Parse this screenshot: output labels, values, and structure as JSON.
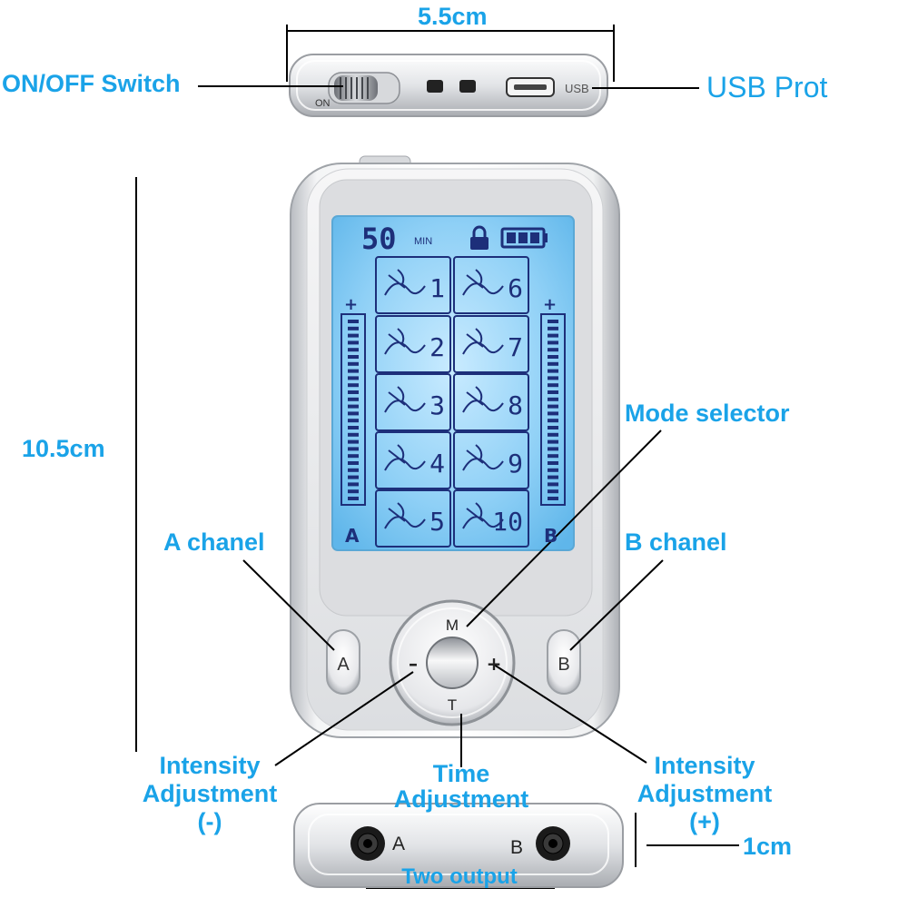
{
  "dimensions": {
    "width": "5.5cm",
    "height": "10.5cm",
    "depth": "1cm"
  },
  "top_view": {
    "switch_on_label": "ON",
    "usb_port_label": "USB"
  },
  "callouts": {
    "on_off_switch": "ON/OFF Switch",
    "usb_port": "USB Prot",
    "mode_selector": "Mode selector",
    "a_channel": "A chanel",
    "b_channel": "B chanel",
    "intensity_minus": [
      "Intensity",
      "Adjustment",
      "(-)"
    ],
    "time_adjustment": [
      "Time",
      "Adjustment"
    ],
    "intensity_plus": [
      "Intensity",
      "Adjustment",
      "(+)"
    ],
    "two_output": "Two output"
  },
  "display": {
    "timer_value": "50",
    "timer_unit": "MIN",
    "channel_a_label": "A",
    "channel_b_label": "B",
    "plus_sign": "+",
    "modes": [
      "1",
      "2",
      "3",
      "4",
      "5",
      "6",
      "7",
      "8",
      "9",
      "10"
    ]
  },
  "buttons": {
    "a": "A",
    "b": "B",
    "mode": "M",
    "minus": "–",
    "plus": "+",
    "time": "T"
  },
  "bottom_view": {
    "output_a": "A",
    "output_b": "B"
  },
  "colors": {
    "callout_blue": "#1aa3e8",
    "lcd_blue": "#8ecff5",
    "lcd_ink": "#1d2f7a",
    "device_silver": "#e9eaec"
  }
}
